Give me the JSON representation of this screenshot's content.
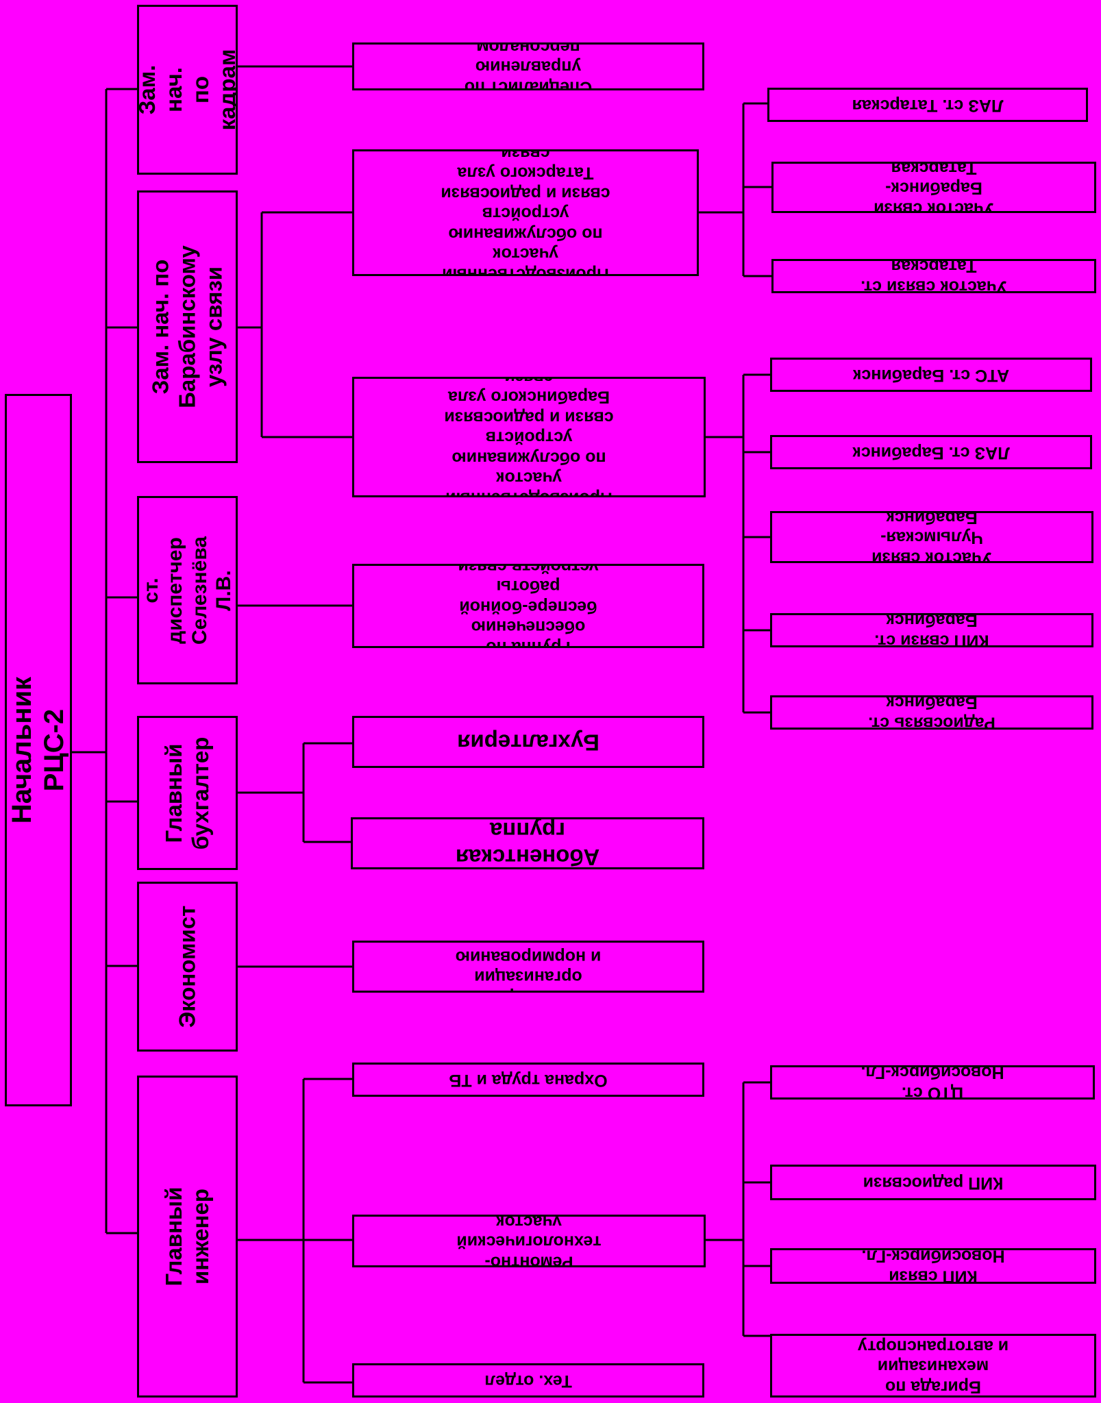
{
  "root": "Начальник  РЦС-2",
  "managers": [
    {
      "label": "Зам. нач.\nпо кадрам",
      "units": [
        {
          "label": "Специалист по управлению\nперсоналом"
        }
      ]
    },
    {
      "label": "Зам. нач. по\nБарабинскому\nузлу связи",
      "units": [
        {
          "label": "Производственный участок\nпо обслуживанию устройств\nсвязи и радиосвязи\nТатарского узла связи",
          "subunits": [
            {
              "label": "ЛАЗ ст. Татарская"
            },
            {
              "label": "Участок связи\nБарабинск-Татарская"
            },
            {
              "label": "Участок связи ст. Татарская"
            }
          ]
        },
        {
          "label": "Производственный участок\nпо обслуживанию устройств\nсвязи и радиосвязи\nБарабинского узла связи",
          "subunits": [
            {
              "label": "АТС ст. Барабинск"
            },
            {
              "label": "ЛАЗ ст. Барабинск"
            },
            {
              "label": "Участок связи\nЧулымская-Барабинск"
            },
            {
              "label": "КИП связи ст. Барабинск"
            },
            {
              "label": "Радиосвязь ст. Барабинск"
            }
          ]
        }
      ]
    },
    {
      "label": "ст. диспетчер\nСелезнёва\nЛ.В.",
      "units": [
        {
          "label": "Группа по обеспечению\nбеспере-бойной работы\nустройств связи"
        }
      ]
    },
    {
      "label": "Главный\nбухгалтер",
      "units": [
        {
          "label": "Бухгалтерия"
        },
        {
          "label": "Абонентская группа"
        }
      ]
    },
    {
      "label": "Экономист",
      "units": [
        {
          "label": "Инженер по организации\nи нормированию труда"
        }
      ]
    },
    {
      "label": "Главный инженер",
      "units": [
        {
          "label": "Охрана труда и ТБ"
        },
        {
          "label": "Ремонтно-технологический\nучасток",
          "subunits": [
            {
              "label": "ЦТО ст. Новосибирск-Гл."
            },
            {
              "label": "КИП радиосвязи"
            },
            {
              "label": "КИП связи Новосибирск-Гл."
            },
            {
              "label": "Бригада по механизации\nи автотранспорту"
            }
          ]
        },
        {
          "label": "Тех. отдел"
        }
      ]
    }
  ]
}
